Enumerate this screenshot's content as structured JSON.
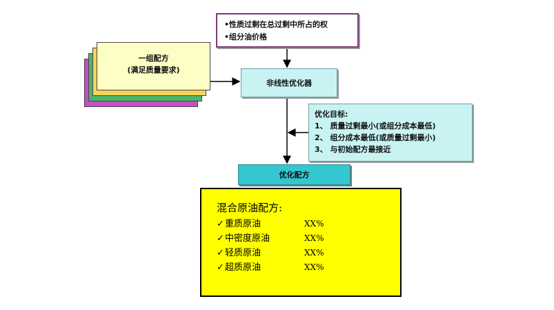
{
  "input_box": {
    "lines": [
      "•性质过剩在总过剩中所占的权",
      "•组分油价格"
    ]
  },
  "recipe_cards": {
    "line1": "一组配方",
    "line2": "(满足质量要求)"
  },
  "optimizer": {
    "label": "非线性优化器"
  },
  "goals": {
    "title": "优化目标:",
    "items": [
      "1、 质量过剩最小(或组分成本最低)",
      "2、 组分成本最低(或质量过剩最小)",
      "3、 与初始配方最接近"
    ]
  },
  "output": {
    "label": "优化配方"
  },
  "result": {
    "title": "混合原油配方:",
    "check": "✓",
    "rows": [
      {
        "name": "重质原油",
        "value": "XX%"
      },
      {
        "name": "中密度原油",
        "value": "XX%"
      },
      {
        "name": "轻质原油",
        "value": "XX%"
      },
      {
        "name": "超质原油",
        "value": "XX%"
      }
    ]
  },
  "colors": {
    "card_purple": "#c54ec5",
    "card_green": "#4db36b",
    "card_yellow": "#f3d45a",
    "card_front": "#fdfdc6",
    "cyan_light": "#c9f3f3",
    "cyan_dark": "#34c7cf",
    "result_yellow": "#ffff00"
  }
}
